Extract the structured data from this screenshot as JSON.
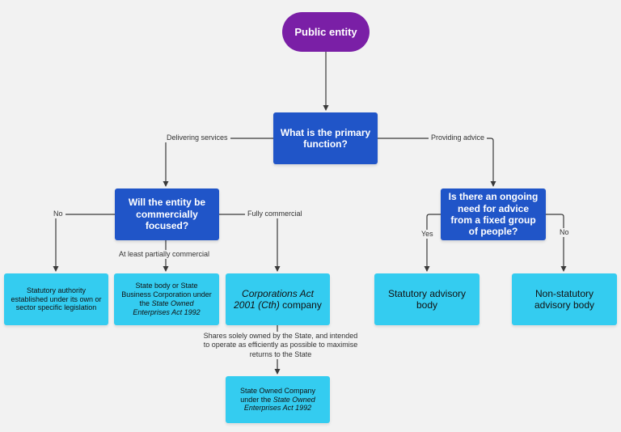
{
  "nodes": {
    "start": "Public entity",
    "primary_function": "What is the primary function?",
    "commercially_focused": "Will the entity be commercially focused?",
    "ongoing_need": "Is there an ongoing need for advice from a fixed group of people?",
    "statutory_authority": "Statutory authority established under its own or sector specific legislation",
    "state_body": {
      "text": "State body or State Business Corporation under the ",
      "italic": "State Owned Enterprises Act 1992"
    },
    "corporations_act": {
      "italic": "Corporations Act 2001 (Cth)",
      "text": " company"
    },
    "state_owned_company": {
      "text": "State Owned Company under the ",
      "italic": "State Owned Enterprises Act 1992"
    },
    "statutory_advisory": "Statutory advisory body",
    "non_statutory_advisory": "Non-statutory advisory body"
  },
  "edge_labels": {
    "delivering_services": "Delivering services",
    "providing_advice": "Providing advice",
    "no_left": "No",
    "fully_commercial": "Fully commercial",
    "at_least_partially": "At least partially commercial",
    "yes": "Yes",
    "no_right": "No",
    "shares_owned": "Shares solely owned by the State, and intended to operate as efficiently as possible to maximise returns to the State"
  },
  "colors": {
    "start": "#7a1fa6",
    "decision": "#2055c8",
    "leaf": "#34ccf0",
    "connector": "#3a3a3a"
  }
}
